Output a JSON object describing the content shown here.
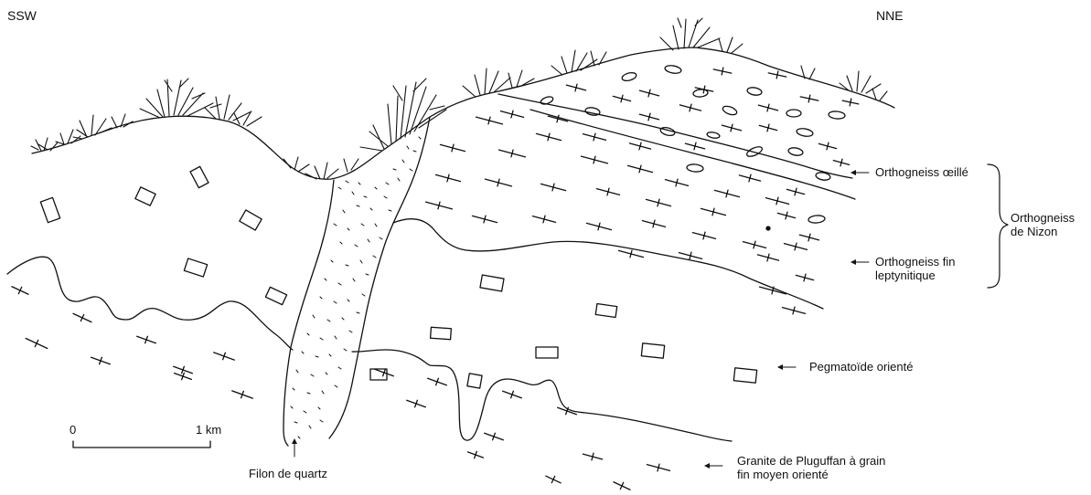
{
  "orientation": {
    "left": "SSW",
    "right": "NNE"
  },
  "units": {
    "orthogneiss_oeille": "Orthogneiss œillé",
    "orthogneiss_fin_line1": "Orthogneiss fin",
    "orthogneiss_fin_line2": "leptynitique",
    "group_line1": "Orthogneiss",
    "group_line2": "de Nizon",
    "pegmatoide": "Pegmatoïde orienté",
    "granite_line1": "Granite de Pluguffan à grain",
    "granite_line2": "fin moyen orienté",
    "filon": "Filon de quartz"
  },
  "scale_bar": {
    "start": "0",
    "end": "1 km"
  },
  "colors": {
    "ink": "#111111",
    "background": "#ffffff"
  }
}
